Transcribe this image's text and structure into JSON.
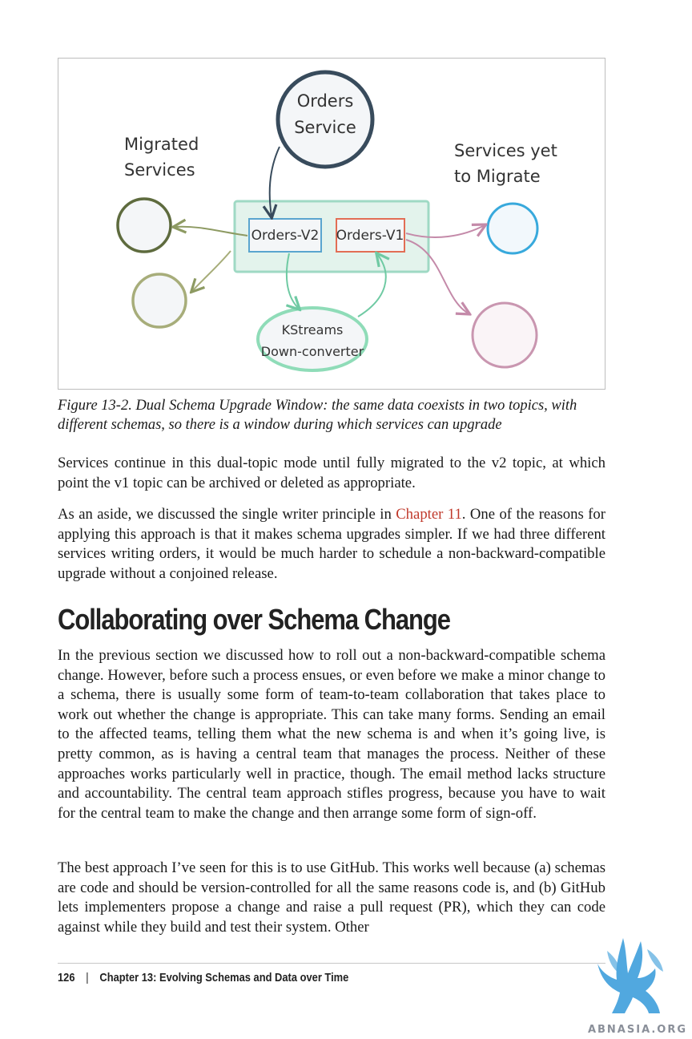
{
  "figure": {
    "nodes": {
      "orders_service": [
        "Orders",
        "Service"
      ],
      "migrated_label": [
        "Migrated",
        "Services"
      ],
      "yet_label": [
        "Services yet",
        "to Migrate"
      ],
      "topic_v2": "Orders-V2",
      "topic_v1": "Orders-V1",
      "kstreams": [
        "KStreams",
        "Down-converter"
      ]
    },
    "colors": {
      "orders_service": "#384b5c",
      "topic_container": "#9fd9c4",
      "topic_v2": "#5aa5cf",
      "topic_v1": "#e26e55",
      "kstreams": "#8fdcb8",
      "migrated_dark": "#5e6b3e",
      "migrated_light": "#a7ad7a",
      "yet_blue": "#38a9dc",
      "yet_pink": "#c996b0"
    },
    "caption": "Figure 13-2. Dual Schema Upgrade Window: the same data coexists in two topics, with different schemas, so there is a window during which services can upgrade"
  },
  "body": {
    "p1": "Services continue in this dual-topic mode until fully migrated to the v2 topic, at which point the v1 topic can be archived or deleted as appropriate.",
    "p2_before": "As an aside, we discussed the single writer principle in ",
    "p2_link": "Chapter 11",
    "p2_after": ". One of the reasons for applying this approach is that it makes schema upgrades simpler. If we had three different services writing orders, it would be much harder to sched­ule a non-backward-compatible upgrade without a conjoined release.",
    "heading": "Collaborating over Schema Change",
    "p3": "In the previous section we discussed how to roll out a non-backward-compatible schema change. However, before such a process ensues, or even before we make a minor change to a schema, there is usually some form of team-to-team collabo­ration that takes place to work out whether the change is appropriate. This can take many forms. Sending an email to the affected teams, telling them what the new schema is and when it’s going live, is pretty common, as is having a central team that manages the process. Neither of these approaches works particularly well in practice, though. The email method lacks structure and accountability. The central team approach stifles progress, because you have to wait for the cen­tral team to make the change and then arrange some form of sign-off.",
    "p4": "The best approach I’ve seen for this is to use GitHub. This works well because (a) schemas are code and should be version-controlled for all the same reasons code is, and (b) GitHub lets implementers propose a change and raise a pull request (PR), which they can code against while they build and test their system. Other"
  },
  "footer": {
    "page_number": "126",
    "separator": "|",
    "chapter": "Chapter 13: Evolving Schemas and Data over Time"
  },
  "watermark": {
    "text": "ABNASIA.ORG",
    "icon": "winged-lion-icon",
    "color": "#3f9fdc"
  }
}
